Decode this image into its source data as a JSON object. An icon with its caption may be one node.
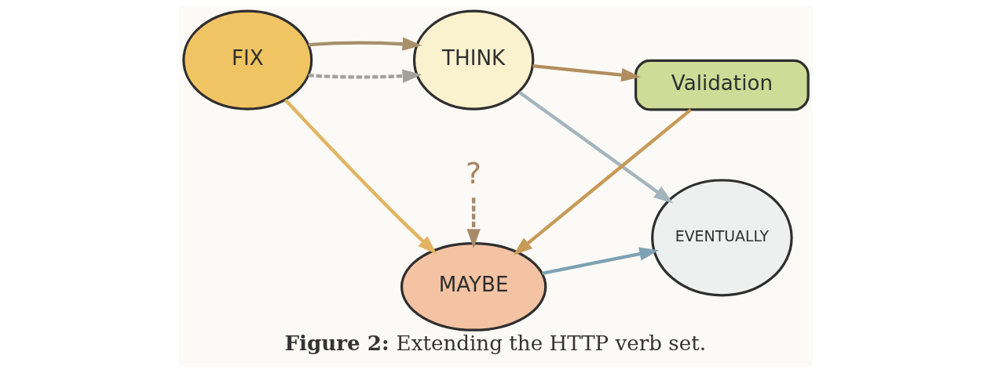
{
  "diagram": {
    "caption": "**Figure 2:** Extending the HTTP verb set.",
    "nodes": [
      {
        "text": [
          "THINK"
        ]
      },
      {
        "text": [
          "Validation"
        ]
      },
      {
        "text": [
          "?"
        ]
      },
      {
        "text": [
          "FIX"
        ]
      },
      {
        "text": [
          "MAYBE"
        ]
      },
      {
        "text": [
          "EVENTUALLY"
        ]
      }
    ],
    "edges": [
      {
        "from": 3,
        "to": 0,
        "arrow": "to",
        "style": "dashed",
        "color": "#a3a19c"
      },
      {
        "from": 3,
        "to": 0,
        "arrow": "to",
        "color": "#a8906c"
      },
      {
        "from": 3,
        "to": 4,
        "arrow": "to",
        "color": "#e2b462"
      },
      {
        "from": 0,
        "to": 1,
        "arrow": "to",
        "color": "#b38d5e"
      },
      {
        "from": 0,
        "to": 5,
        "arrow": "to",
        "color": "#a3b4bc"
      },
      {
        "from": 2,
        "to": 4,
        "arrow": "to",
        "style": "dashed",
        "color": "#a88a68"
      },
      {
        "from": 1,
        "to": 4,
        "arrow": "to",
        "color": "#c79a58"
      },
      {
        "from": 4,
        "to": 5,
        "arrow": "to",
        "color": "#7fa2b3"
      }
    ]
  }
}
